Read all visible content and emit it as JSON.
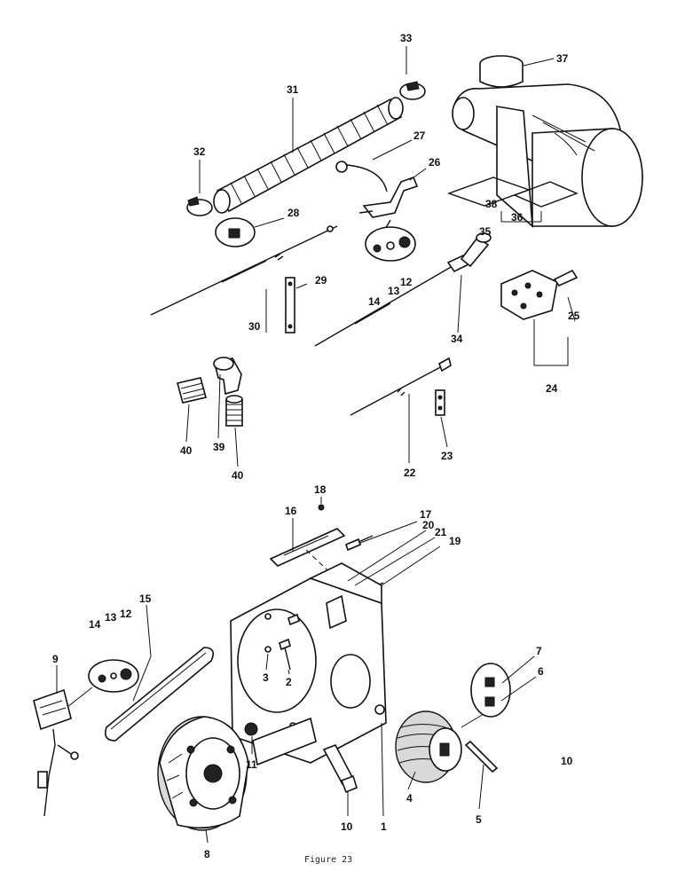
{
  "figure": {
    "caption": "Figure 23",
    "callouts": [
      "37",
      "33",
      "31",
      "32",
      "27",
      "26",
      "28",
      "38",
      "36",
      "35",
      "30",
      "29",
      "14",
      "13",
      "12",
      "34",
      "25",
      "24",
      "40",
      "39",
      "40",
      "22",
      "23",
      "18",
      "16",
      "17",
      "20",
      "21",
      "19",
      "14",
      "13",
      "12",
      "15",
      "9",
      "3",
      "2",
      "7",
      "6",
      "11",
      "4",
      "5",
      "10",
      "10",
      "1",
      "8"
    ]
  }
}
